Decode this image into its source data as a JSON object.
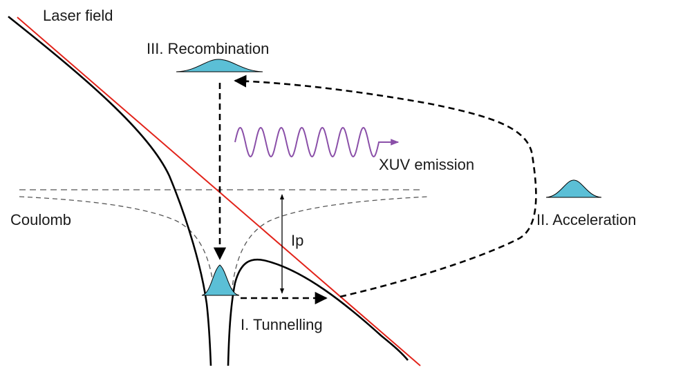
{
  "labels": {
    "laser_field": "Laser field",
    "recombination": "III. Recombination",
    "xuv_emission": "XUV emission",
    "coulomb": "Coulomb",
    "acceleration": "II. Acceleration",
    "ip": "Ip",
    "tunnelling": "I. Tunnelling"
  },
  "colors": {
    "laser_line": "#e2231a",
    "potential": "#000000",
    "wavepacket_fill": "#5bbfd6",
    "xuv_wave": "#8a4fa8",
    "dashed_reference": "#555555"
  }
}
